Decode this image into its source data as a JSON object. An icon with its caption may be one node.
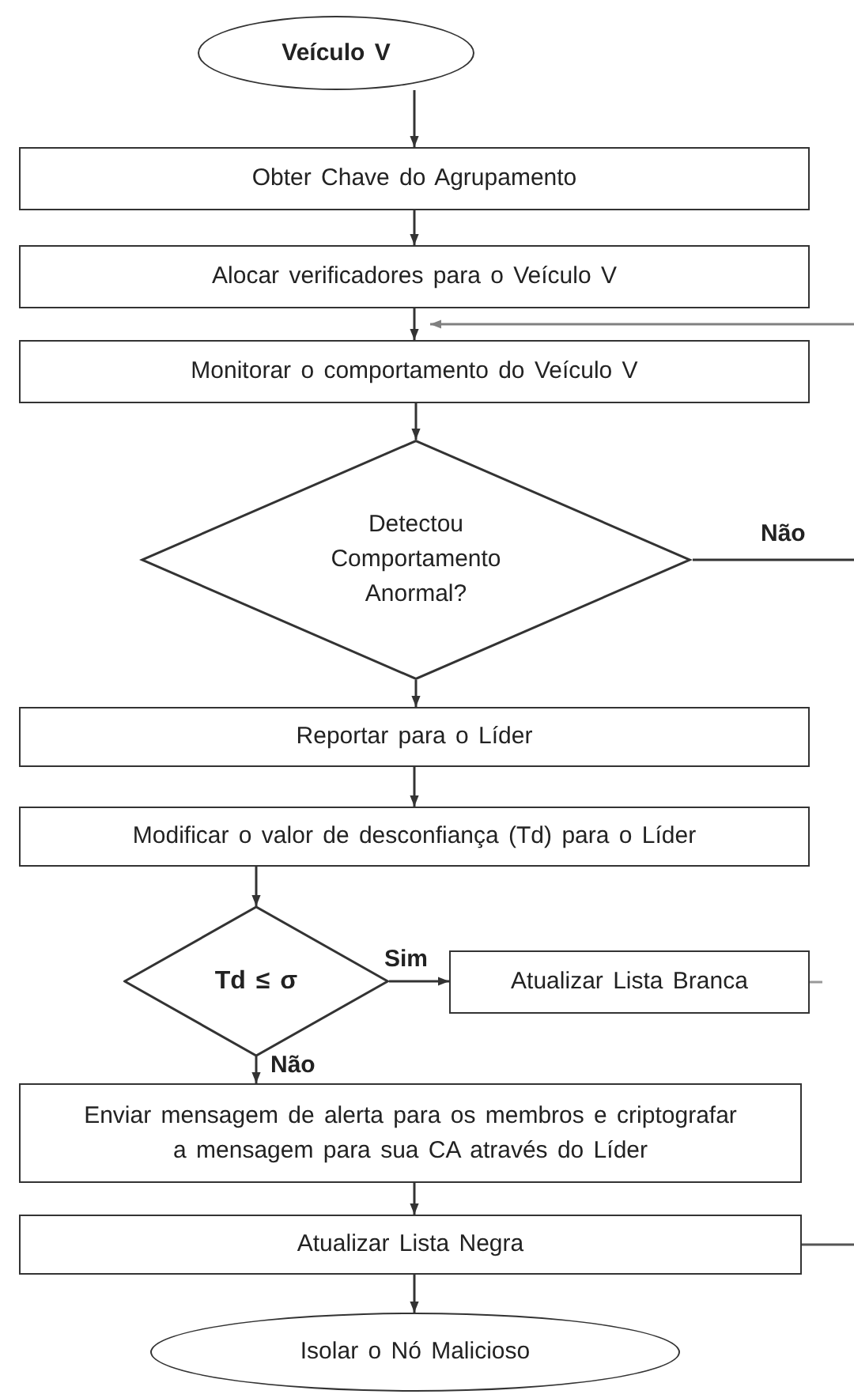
{
  "diagram": {
    "nodes": [
      {
        "text": [
          "Veículo V"
        ]
      },
      {
        "text": [
          "Obter Chave do Agrupamento"
        ]
      },
      {
        "text": [
          "Alocar verificadores para o Veículo V"
        ]
      },
      {
        "text": [
          "Monitorar o comportamento do Veículo V"
        ]
      },
      {
        "text": [
          "Detectou Comportamento Anormal?"
        ]
      },
      {
        "text": [
          "Reportar para o Líder"
        ]
      },
      {
        "text": [
          "Modificar o valor de desconfiança (Td) para o Líder"
        ]
      },
      {
        "text": [
          "Td ≤ σ"
        ]
      },
      {
        "text": [
          "Atualizar Lista Branca"
        ]
      },
      {
        "text": [
          "Enviar mensagem de alerta para os membros e criptografar a mensagem para sua CA através do Líder"
        ]
      },
      {
        "text": [
          "Atualizar Lista Negra"
        ]
      },
      {
        "text": [
          "Isolar o Nó Malicioso"
        ]
      }
    ],
    "edges": [
      {
        "from": 0,
        "to": 1,
        "arrow": "to"
      },
      {
        "from": 1,
        "to": 2,
        "arrow": "to"
      },
      {
        "from": 2,
        "to": 3,
        "arrow": "to"
      },
      {
        "from": 3,
        "to": 4,
        "arrow": "to"
      },
      {
        "from": 4,
        "to": 5,
        "arrow": "to"
      },
      {
        "from": 5,
        "to": 6,
        "arrow": "to"
      },
      {
        "from": 6,
        "to": 7,
        "arrow": "to"
      },
      {
        "from": 7,
        "to": 8,
        "arrow": "to",
        "label": "Sim"
      },
      {
        "from": 7,
        "to": 9,
        "arrow": "to",
        "label": "Não"
      },
      {
        "from": 9,
        "to": 10,
        "arrow": "to"
      },
      {
        "from": 10,
        "to": 11,
        "arrow": "to"
      },
      {
        "from": 4,
        "to": null,
        "arrow": "none",
        "label": "Não"
      },
      {
        "from": null,
        "to": 3,
        "arrow": "to",
        "color": "#808080"
      },
      {
        "from": 8,
        "to": null,
        "arrow": "none",
        "color": "#999999"
      },
      {
        "from": 10,
        "to": null,
        "arrow": "none",
        "color": "#555555"
      }
    ]
  }
}
